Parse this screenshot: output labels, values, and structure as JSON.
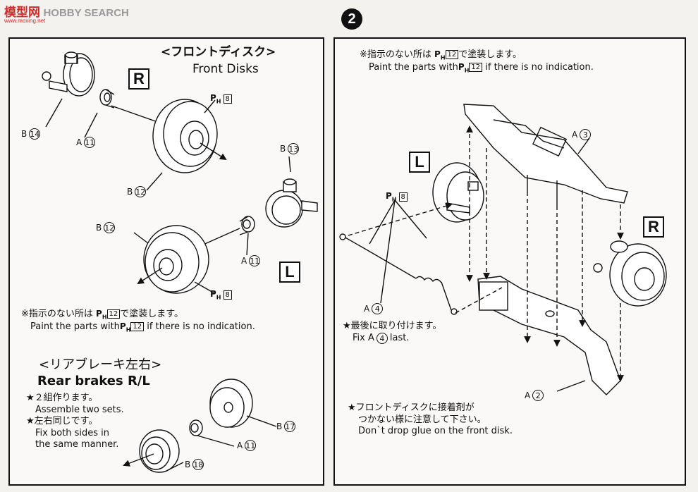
{
  "watermark": {
    "text1": "模型网",
    "text2": "HOBBY SEARCH",
    "text3": "www.moxing.net"
  },
  "step": {
    "number": "2"
  },
  "left": {
    "title_jp": "<フロントディスク>",
    "title_en": "Front Disks",
    "note_jp": "※指示のない所は",
    "note_jp2": "で塗装します。",
    "note_en": "Paint the parts with",
    "note_en2": "if there is no indication.",
    "paint_code": "12",
    "ph_code": "8",
    "labels": {
      "r": "R",
      "l": "L"
    },
    "parts": {
      "b14": {
        "letter": "B",
        "num": "14"
      },
      "a11a": {
        "letter": "A",
        "num": "11"
      },
      "b12a": {
        "letter": "B",
        "num": "12"
      },
      "b13": {
        "letter": "B",
        "num": "13"
      },
      "b12b": {
        "letter": "B",
        "num": "12"
      },
      "a11b": {
        "letter": "A",
        "num": "11"
      }
    },
    "rear": {
      "title_jp": "<リアブレーキ左右>",
      "title_en": "Rear brakes R/L",
      "note1_jp": "★２組作ります。",
      "note1_en": "Assemble two sets.",
      "note2_jp": "★左右同じです。",
      "note2_en": "Fix both sides in",
      "note2_en2": "the same manner.",
      "parts": {
        "b17": {
          "letter": "B",
          "num": "17"
        },
        "a11": {
          "letter": "A",
          "num": "11"
        },
        "b18": {
          "letter": "B",
          "num": "18"
        }
      }
    }
  },
  "right": {
    "note_jp": "※指示のない所は",
    "note_jp2": "で塗装します。",
    "note_en": "Paint the parts with",
    "note_en2": "if there is no indication.",
    "paint_code": "12",
    "ph_code": "8",
    "labels": {
      "l": "L",
      "r": "R"
    },
    "parts": {
      "a3": {
        "letter": "A",
        "num": "3"
      },
      "a4": {
        "letter": "A",
        "num": "4"
      },
      "a2": {
        "letter": "A",
        "num": "2"
      }
    },
    "last_jp": "★最後に取り付けます。",
    "last_en": "Fix A",
    "last_num": "4",
    "last_en2": "last.",
    "glue_jp1": "★フロントディスクに接着剤が",
    "glue_jp2": "つかない様に注意して下さい。",
    "glue_en": "Don`t drop glue on the front disk."
  },
  "ph_symbol": {
    "p": "P",
    "h": "H"
  }
}
